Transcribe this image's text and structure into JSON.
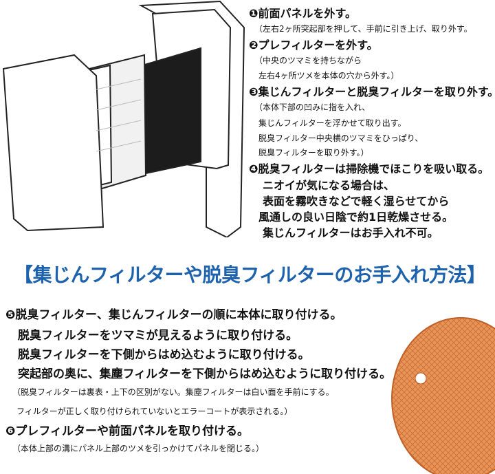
{
  "steps_top": [
    {
      "heading": "❶前面パネルを外す。",
      "notes": [
        "（左右2ヶ所突起部を押して、手前に引き上げ、取り外す。"
      ]
    },
    {
      "heading": "❷プレフィルターを外す。",
      "notes": [
        "（中央のツマミを持ちながら",
        "左右4ヶ所ツメを本体の穴から外す。）"
      ]
    },
    {
      "heading": "❸集じんフィルターと脱臭フィルターを取り外す。",
      "notes": [
        "（本体下部の凹みに指を入れ、",
        "集じんフィルターを浮かせて取り出す。",
        "脱臭フィルター中央横のツマミをひっぱり、",
        "脱臭フィルターを取り外す。）"
      ]
    },
    {
      "heading": "❹脱臭フィルターは掃除機でほこりを吸い取る。",
      "lines": [
        "ニオイが気になる場合は、",
        "表面を霧吹きなどで軽く湿らせてから",
        "風通しの良い日陰で約1日乾燥させる。",
        "集じんフィルターはお手入れ不可。"
      ]
    }
  ],
  "title": "【集じんフィルターや脱臭フィルターのお手入れ方法】",
  "steps_bottom": {
    "step5": "❺脱臭フィルター、集じんフィルターの順に本体に取り付ける。",
    "step5_lines": [
      "脱臭フィルターをツマミが見えるように取り付ける。",
      "脱臭フィルターを下側からはめ込むように取り付ける。",
      "突起部の奥に、集塵フィルターを下側からはめ込むように取り付ける。"
    ],
    "step5_notes": [
      "（脱臭フィルターは裏表・上下の区別がない。集塵フィルターは白い面を手前にする。",
      "フィルターが正しく取り付けられていないとエラーコートが表示される。）"
    ],
    "step6": "❻プレフィルターや前面パネルを取り付ける。",
    "step6_note": "（本体上部の溝にパネル上部のツメを引っかけてパネルを閉じる。）"
  },
  "colors": {
    "title": "#1d62ad",
    "filter_orange": "#e8955a"
  }
}
